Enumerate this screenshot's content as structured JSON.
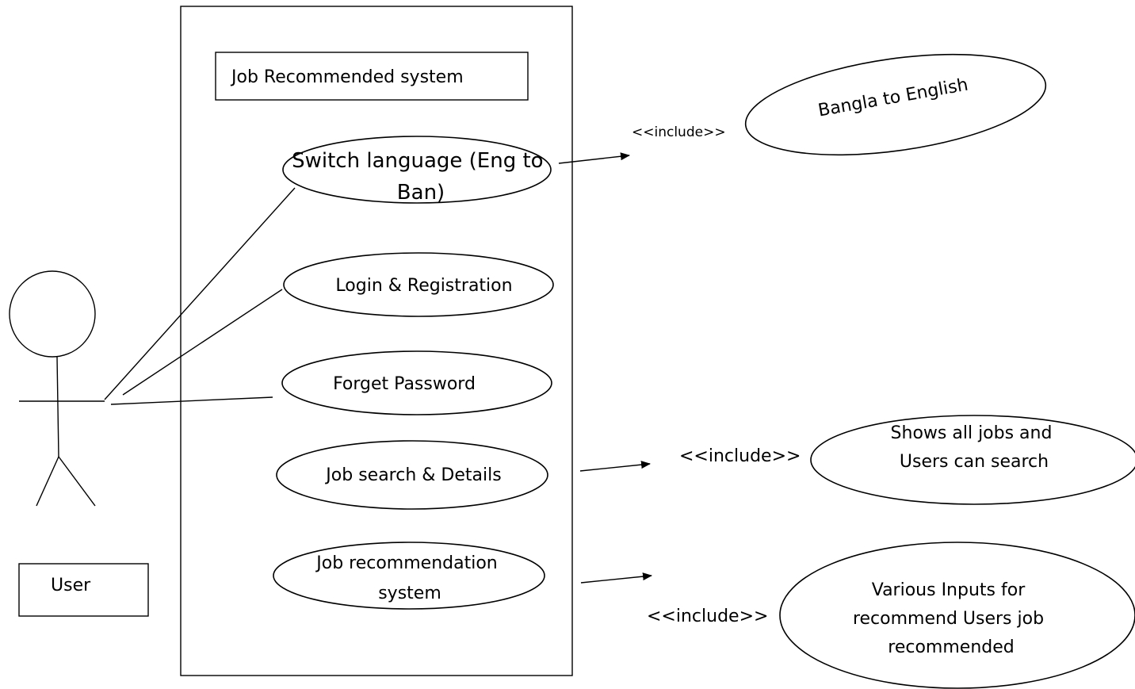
{
  "system": {
    "title": "Job Recommended system"
  },
  "actor": {
    "label": "User"
  },
  "use_cases": {
    "switch_language": [
      "Switch language (Eng to",
      "Ban)"
    ],
    "login": "Login & Registration",
    "forget_password": "Forget Password",
    "job_search": "Job search & Details",
    "job_recommendation": [
      "Job recommendation",
      "system"
    ]
  },
  "include_relations": {
    "label_1": "<<include>>",
    "label_2": "<<include>>",
    "label_3": "<<include>>"
  },
  "included_use_cases": {
    "bangla_to_english": "Bangla to English",
    "shows_all_jobs": [
      "Shows all jobs and",
      "Users can search"
    ],
    "various_inputs": [
      "Various Inputs for",
      "recommend Users job",
      "recommended"
    ]
  }
}
